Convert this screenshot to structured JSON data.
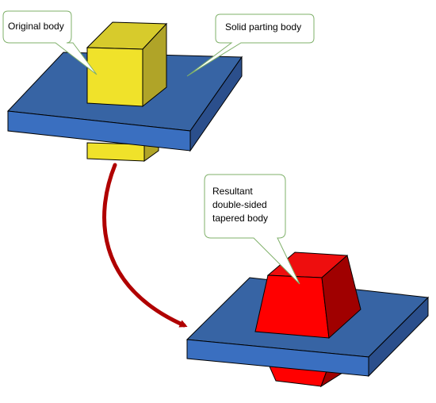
{
  "callouts": {
    "original": "Original body",
    "parting": "Solid parting body",
    "resultant": [
      "Resultant",
      "double-sided",
      "tapered body"
    ]
  },
  "colors": {
    "plate_top": "#3764a4",
    "plate_front": "#3a6fc0",
    "plate_side": "#2b4f8c",
    "yellow_front": "#f0e22a",
    "yellow_top": "#d7cb2c",
    "yellow_side": "#b0a428",
    "red_front": "#ff0000",
    "red_top": "#ee0e0e",
    "red_side": "#a00000",
    "arrow": "#b00000",
    "callout_border": "#7fb06a"
  }
}
